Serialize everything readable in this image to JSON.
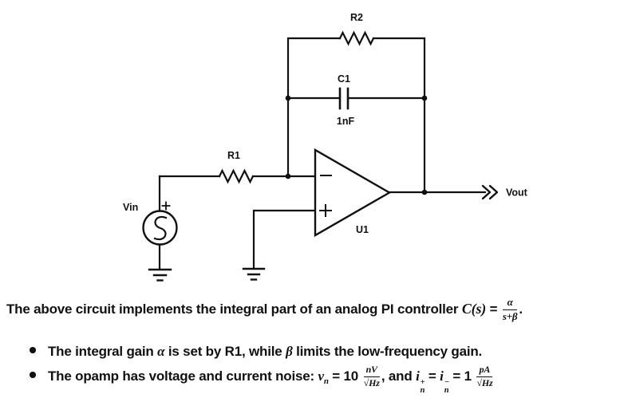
{
  "circuit": {
    "labels": {
      "r2": "R2",
      "c1": "C1",
      "c1_value": "1nF",
      "r1": "R1",
      "vin": "Vin",
      "u1": "U1",
      "vout": "Vout"
    },
    "line_color": "#111111"
  },
  "caption": {
    "text": "The above circuit implements the integral part of an analog PI controller ",
    "formula": {
      "lhs": "C(s)",
      "eq": " = ",
      "num": "α",
      "den": "s+β",
      "end": "."
    }
  },
  "bullets": {
    "b1": {
      "t1": "The integral gain ",
      "alpha": "α",
      "t2": " is set by R1, while ",
      "beta": "β",
      "t3": " limits the low-frequency gain."
    },
    "b2": {
      "t1": "The opamp has voltage and current noise: ",
      "v": "v",
      "v_sub": "n",
      "eq1": " = 10 ",
      "f1_num": "nV",
      "f1_den_root": "√",
      "f1_den_arg": "Hz",
      "t2": ", and ",
      "i1": "i",
      "i1_sup": "+",
      "i1_sub": "n",
      "eq2": " = ",
      "i2": "i",
      "i2_sup": "−",
      "i2_sub": "n",
      "eq3": " = 1 ",
      "f2_num": "pA",
      "f2_den_root": "√",
      "f2_den_arg": "Hz"
    }
  }
}
